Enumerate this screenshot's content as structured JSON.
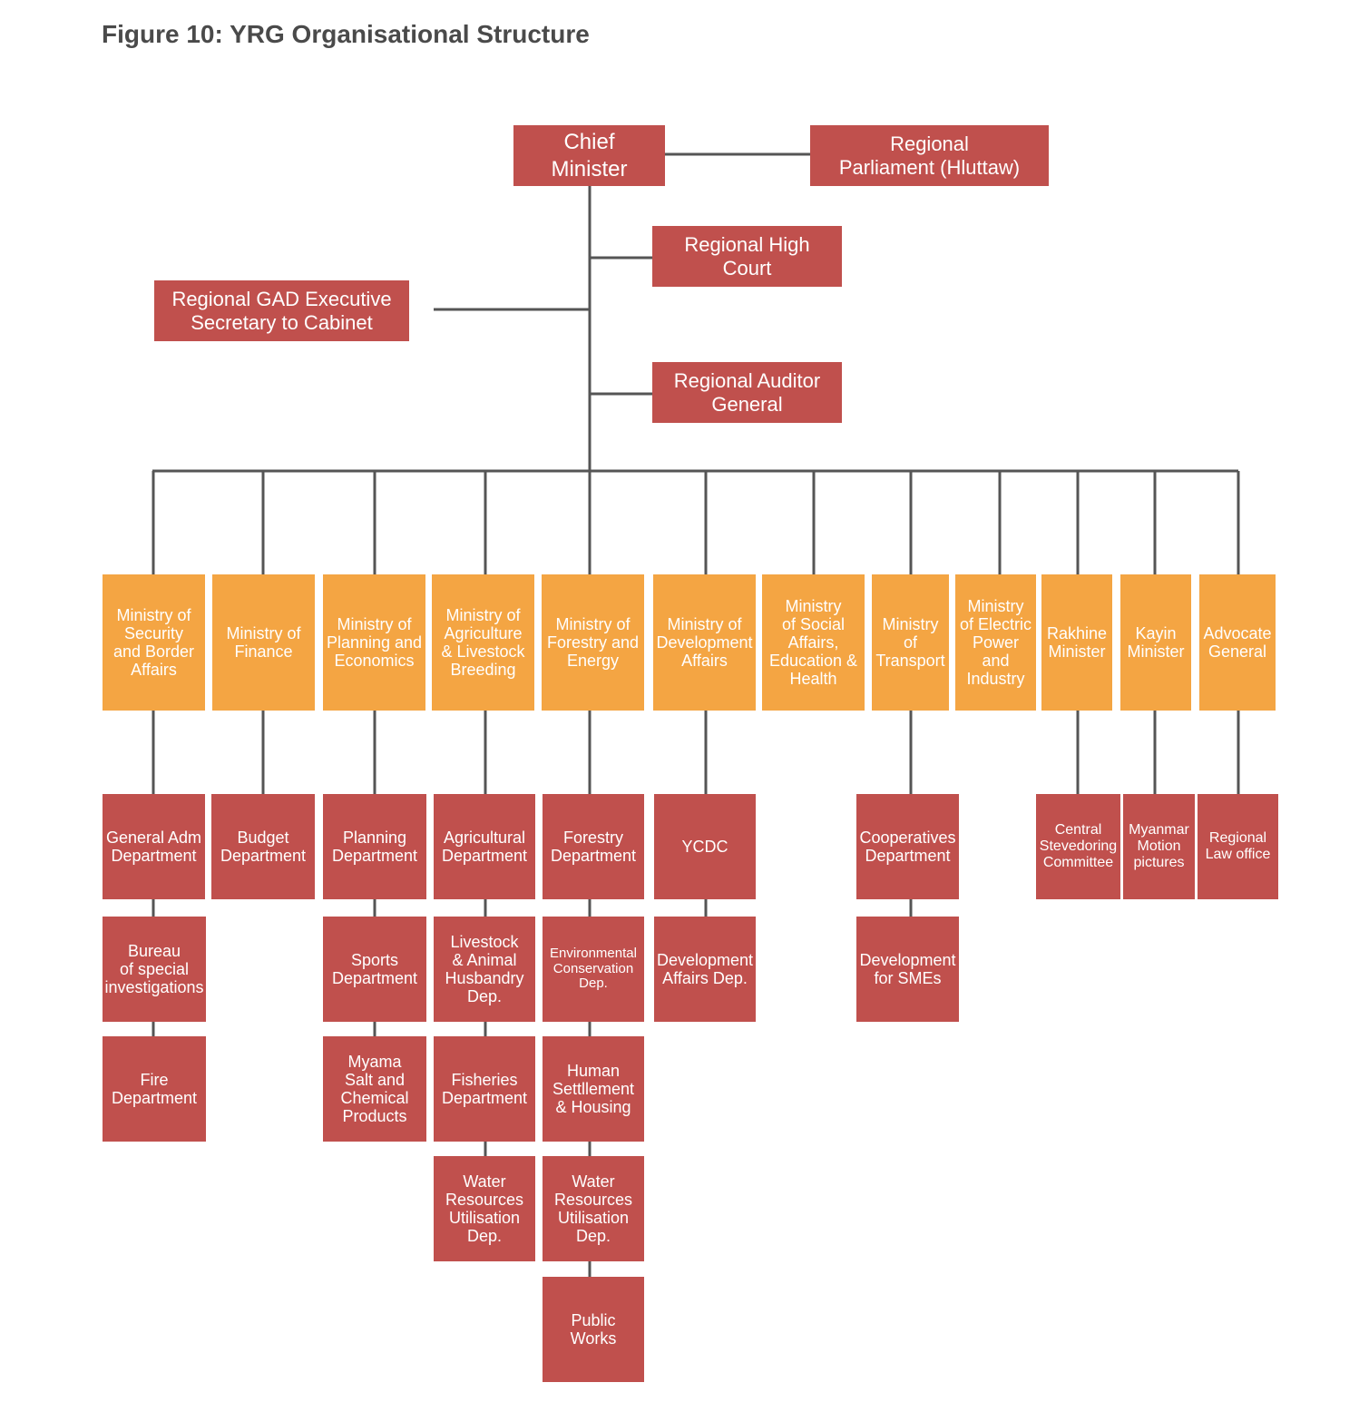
{
  "title": "Figure 10: YRG Organisational Structure",
  "colors": {
    "executive": "#c0504d",
    "ministry": "#f4a543",
    "department": "#c0504d",
    "connector": "#555555"
  },
  "top": {
    "chief_minister": "Chief\nMinister",
    "parliament": "Regional\nParliament (Hluttaw)",
    "high_court": "Regional High\nCourt",
    "gad": "Regional GAD Executive\nSecretary to Cabinet",
    "auditor": "Regional Auditor\nGeneral"
  },
  "ministries": [
    {
      "name": "Ministry of\nSecurity\nand Border\nAffairs",
      "departments": [
        "General Adm\nDepartment",
        "Bureau\nof special\ninvestigations",
        "Fire\nDepartment"
      ]
    },
    {
      "name": "Ministry of\nFinance",
      "departments": [
        "Budget\nDepartment"
      ]
    },
    {
      "name": "Ministry of\nPlanning and\nEconomics",
      "departments": [
        "Planning\nDepartment",
        "Sports\nDepartment",
        "Myama\nSalt and\nChemical\nProducts"
      ]
    },
    {
      "name": "Ministry of\nAgriculture\n& Livestock\nBreeding",
      "departments": [
        "Agricultural\nDepartment",
        "Livestock\n& Animal\nHusbandry\nDep.",
        "Fisheries\nDepartment",
        "Water\nResources\nUtilisation\nDep."
      ]
    },
    {
      "name": "Ministry of\nForestry and\nEnergy",
      "departments": [
        "Forestry\nDepartment",
        "Environmental\nConservation\nDep.",
        "Human\nSettllement\n& Housing",
        "Water\nResources\nUtilisation\nDep.",
        "Public\nWorks"
      ]
    },
    {
      "name": "Ministry of\nDevelopment\nAffairs",
      "departments": [
        "YCDC",
        "Development\nAffairs Dep."
      ]
    },
    {
      "name": "Ministry\nof Social\nAffairs,\nEducation &\nHealth",
      "departments": []
    },
    {
      "name": "Ministry\nof\nTransport",
      "departments": [
        "Cooperatives\nDepartment",
        "Development\nfor SMEs"
      ]
    },
    {
      "name": "Ministry\nof Electric\nPower\nand\nIndustry",
      "departments": []
    },
    {
      "name": "Rakhine\nMinister",
      "departments": [
        "Central\nStevedoring\nCommittee"
      ]
    },
    {
      "name": "Kayin\nMinister",
      "departments": [
        "Myanmar\nMotion\npictures"
      ]
    },
    {
      "name": "Advocate\nGeneral",
      "departments": [
        "Regional\nLaw office"
      ]
    }
  ]
}
